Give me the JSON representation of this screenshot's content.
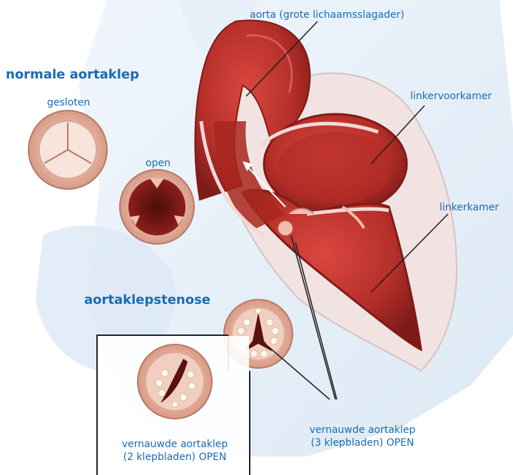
{
  "headings": {
    "normal_valve": "normale aortaklep",
    "stenosis": "aortaklepstenose"
  },
  "labels": {
    "aorta": "aorta (grote lichaamsslagader)",
    "left_atrium": "linkervoorkamer",
    "left_ventricle": "linkerkamer",
    "closed": "gesloten",
    "open": "open",
    "narrowed_2_line1": "vernauwde aortaklep",
    "narrowed_2_line2": "(2 klepbladen) OPEN",
    "narrowed_3_line1": "vernauwde aortaklep",
    "narrowed_3_line2": "(3 klepbladen) OPEN"
  },
  "colors": {
    "label_blue": "#1a6bb3",
    "muscle_red": "#c0322e",
    "muscle_dark": "#8e1f1c",
    "valve_pink": "#f2bfae",
    "background_blue": "#e3eef8"
  }
}
